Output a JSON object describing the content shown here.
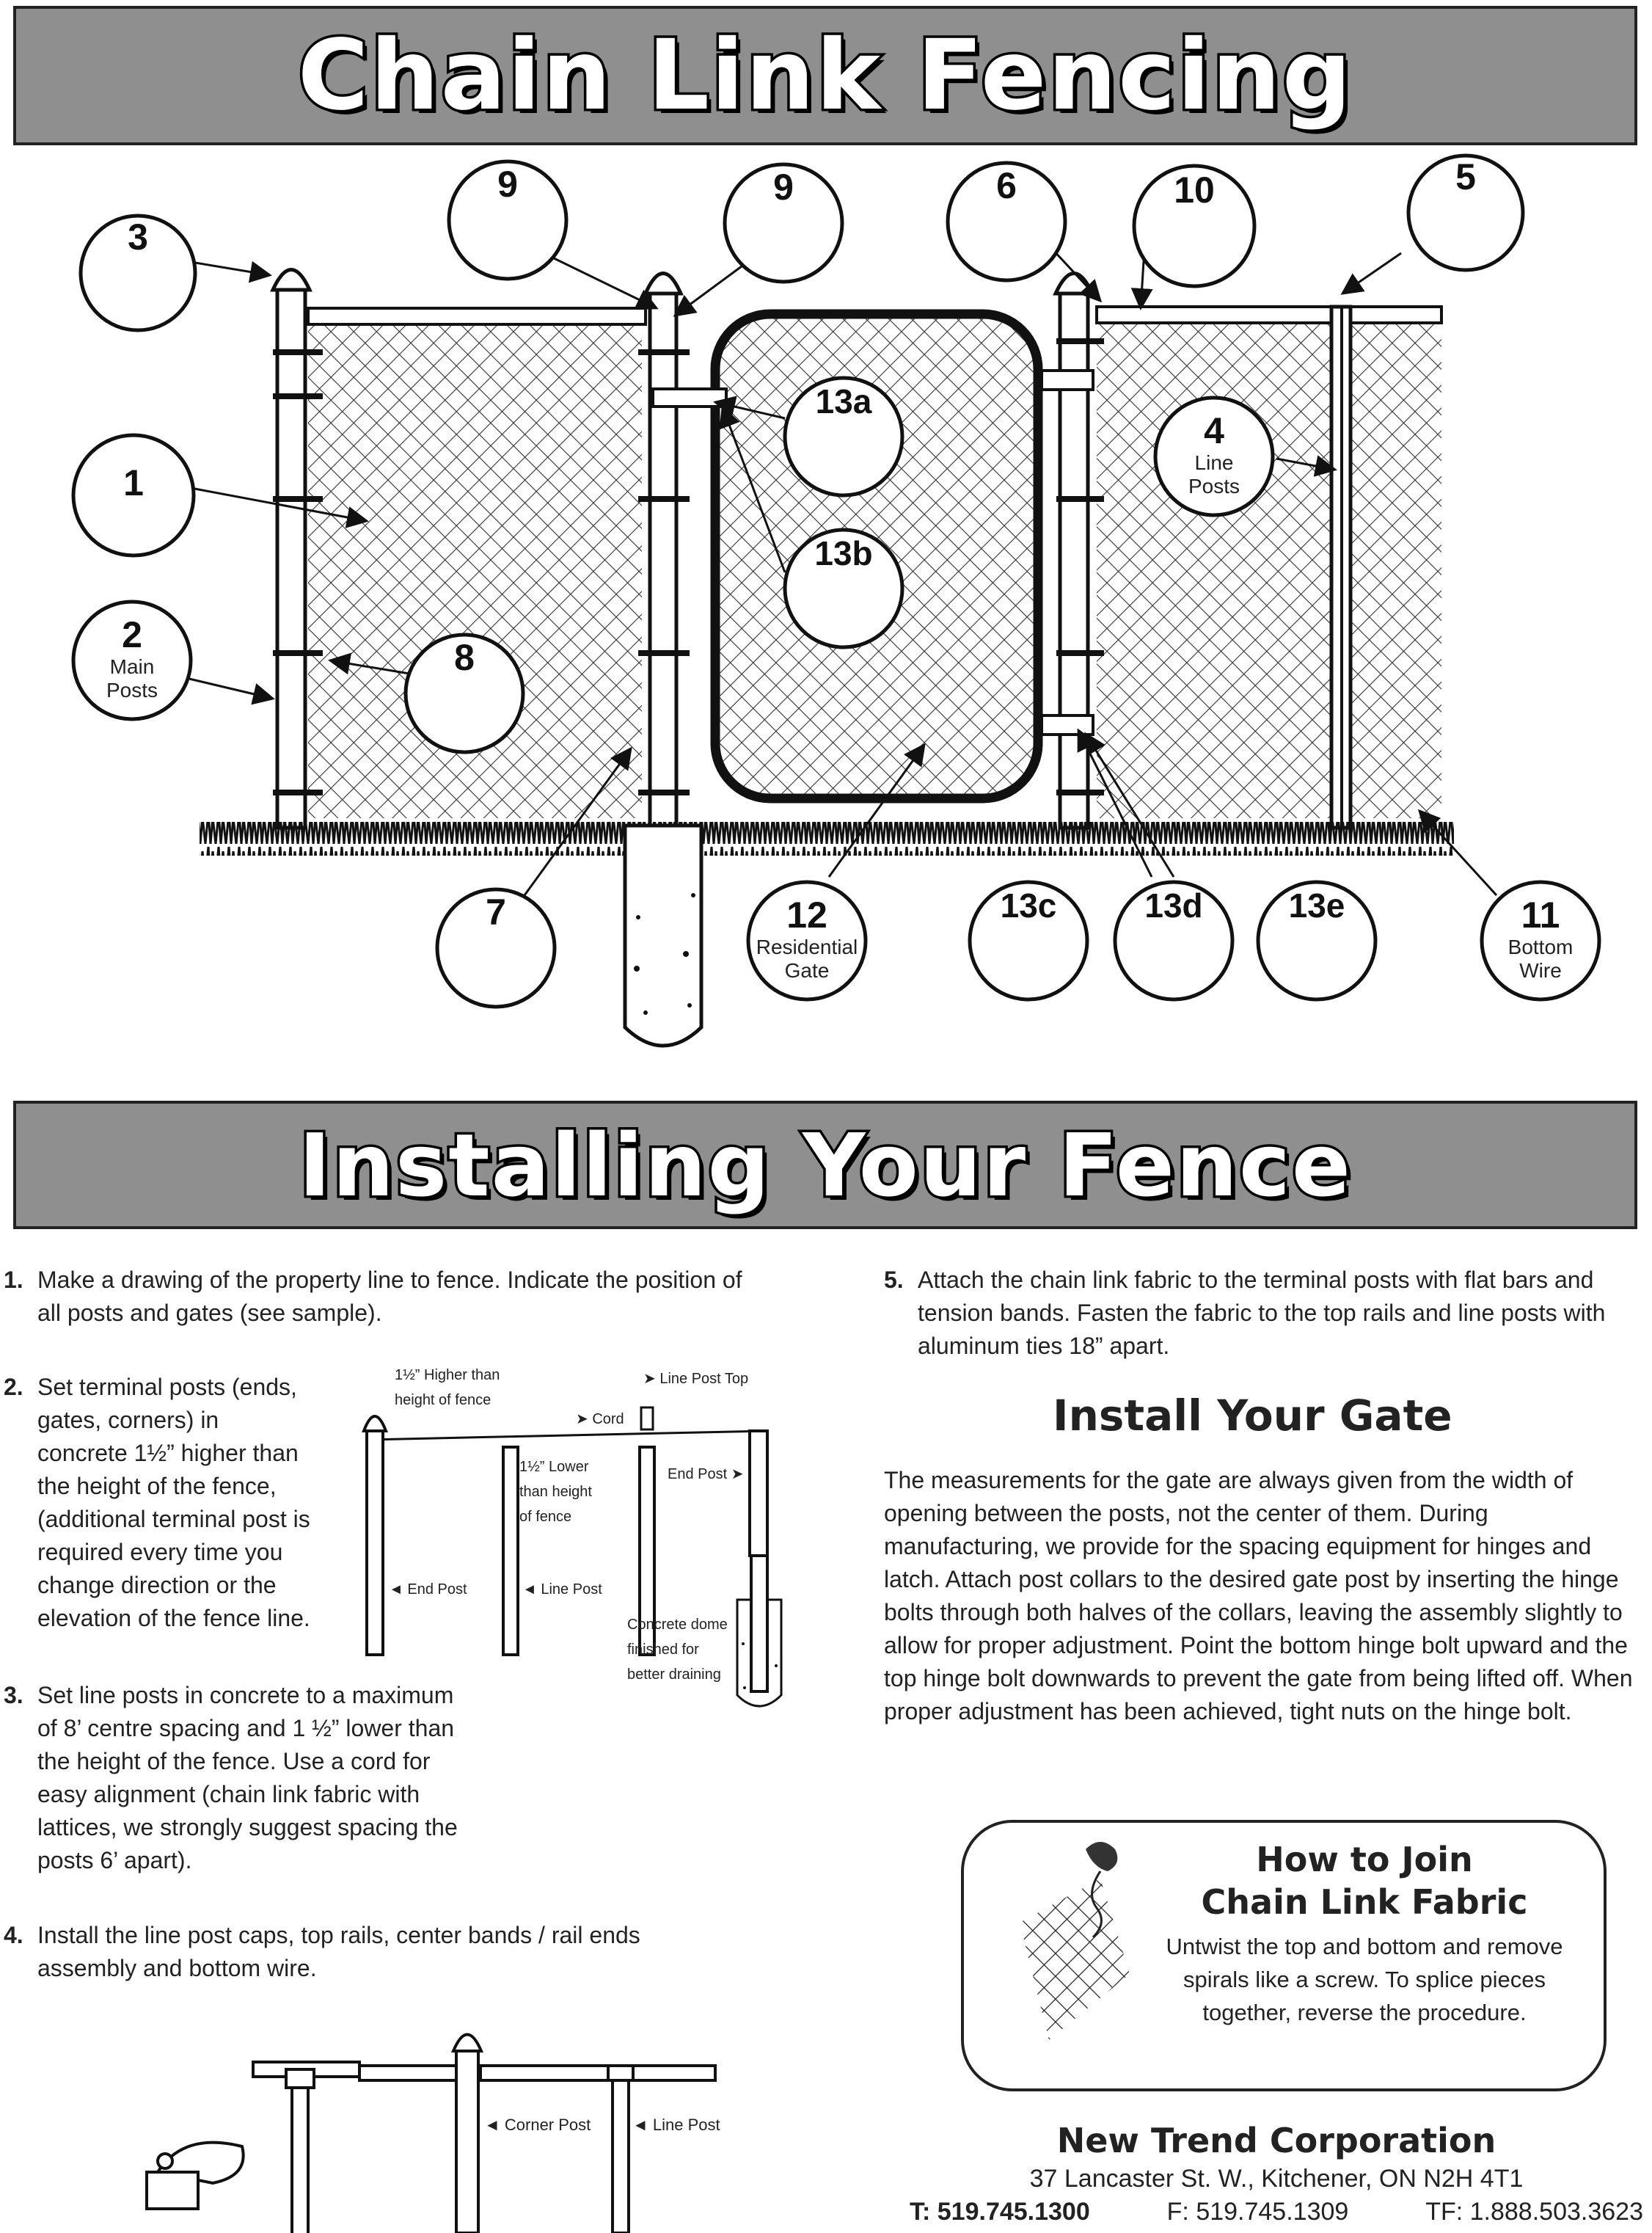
{
  "header": {
    "title": "Chain Link Fencing"
  },
  "diagram": {
    "callouts": [
      {
        "id": "1",
        "num": "1",
        "label": ""
      },
      {
        "id": "2",
        "num": "2",
        "label": "Main|Posts"
      },
      {
        "id": "3",
        "num": "3",
        "label": ""
      },
      {
        "id": "4",
        "num": "4",
        "label": "Line|Posts"
      },
      {
        "id": "5",
        "num": "5",
        "label": ""
      },
      {
        "id": "6",
        "num": "6",
        "label": ""
      },
      {
        "id": "7",
        "num": "7",
        "label": ""
      },
      {
        "id": "8",
        "num": "8",
        "label": ""
      },
      {
        "id": "9a",
        "num": "9",
        "label": ""
      },
      {
        "id": "9b",
        "num": "9",
        "label": ""
      },
      {
        "id": "10",
        "num": "10",
        "label": ""
      },
      {
        "id": "11",
        "num": "11",
        "label": "Bottom|Wire"
      },
      {
        "id": "12",
        "num": "12",
        "label": "Residential|Gate"
      },
      {
        "id": "13a",
        "num": "13a",
        "label": ""
      },
      {
        "id": "13b",
        "num": "13b",
        "label": ""
      },
      {
        "id": "13c",
        "num": "13c",
        "label": ""
      },
      {
        "id": "13d",
        "num": "13d",
        "label": ""
      },
      {
        "id": "13e",
        "num": "13e",
        "label": ""
      }
    ]
  },
  "install": {
    "title": "Installing Your Fence",
    "steps": [
      {
        "num": "1.",
        "text": "Make a drawing of the property line to fence. Indicate the position of all posts and gates (see sample)."
      },
      {
        "num": "2.",
        "text": "Set terminal posts (ends, gates, corners) in concrete 1½” higher than the height of the fence, (additional terminal post is required every time you change direction or the elevation of the fence line."
      },
      {
        "num": "3.",
        "text": "Set line posts in concrete to a maximum of 8’ centre spacing and 1 ½” lower than the height of the fence. Use a cord for easy alignment (chain link fabric with lattices, we strongly suggest spacing the posts 6’ apart)."
      },
      {
        "num": "4.",
        "text": "Install the line post caps, top rails, center bands / rail ends assembly and bottom wire."
      },
      {
        "num": "5.",
        "text": "Attach the chain link fabric to the terminal posts with flat bars and tension bands. Fasten the fabric to the top rails and line posts with aluminum ties 18” apart."
      }
    ],
    "post_diagram": {
      "higher": "1½” Higher than|height of fence",
      "line_post_top": "Line Post Top",
      "cord": "Cord",
      "lower": "1½” Lower|than height|of fence",
      "end_post_right": "End Post",
      "end_post_left": "End Post",
      "line_post": "Line Post",
      "concrete": "Concrete dome|finished for|better draining"
    },
    "rail_diagram": {
      "corner_post": "Corner Post",
      "line_post": "Line Post"
    }
  },
  "gate": {
    "title": "Install Your Gate",
    "text": "The measurements for the gate are always given from the width of opening between the posts, not the center of them. During manufacturing, we provide for the spacing equipment for hinges and latch. Attach post collars to the desired gate post by inserting the hinge bolts through both halves of the collars, leaving the assembly slightly to allow for proper adjustment. Point the bottom hinge bolt upward and the top hinge bolt downwards to prevent the gate from being lifted off. When proper adjustment has been achieved, tight nuts on the hinge bolt."
  },
  "join": {
    "title_line1": "How to Join",
    "title_line2": "Chain Link Fabric",
    "text": "Untwist the top and bottom and remove spirals like a screw. To splice pieces together, reverse the procedure."
  },
  "company": {
    "name": "New Trend Corporation",
    "address": "37 Lancaster St. W.,  Kitchener, ON N2H 4T1",
    "phone": "T: 519.745.1300",
    "fax": "F: 519.745.1309",
    "tollfree": "TF: 1.888.503.3623"
  }
}
